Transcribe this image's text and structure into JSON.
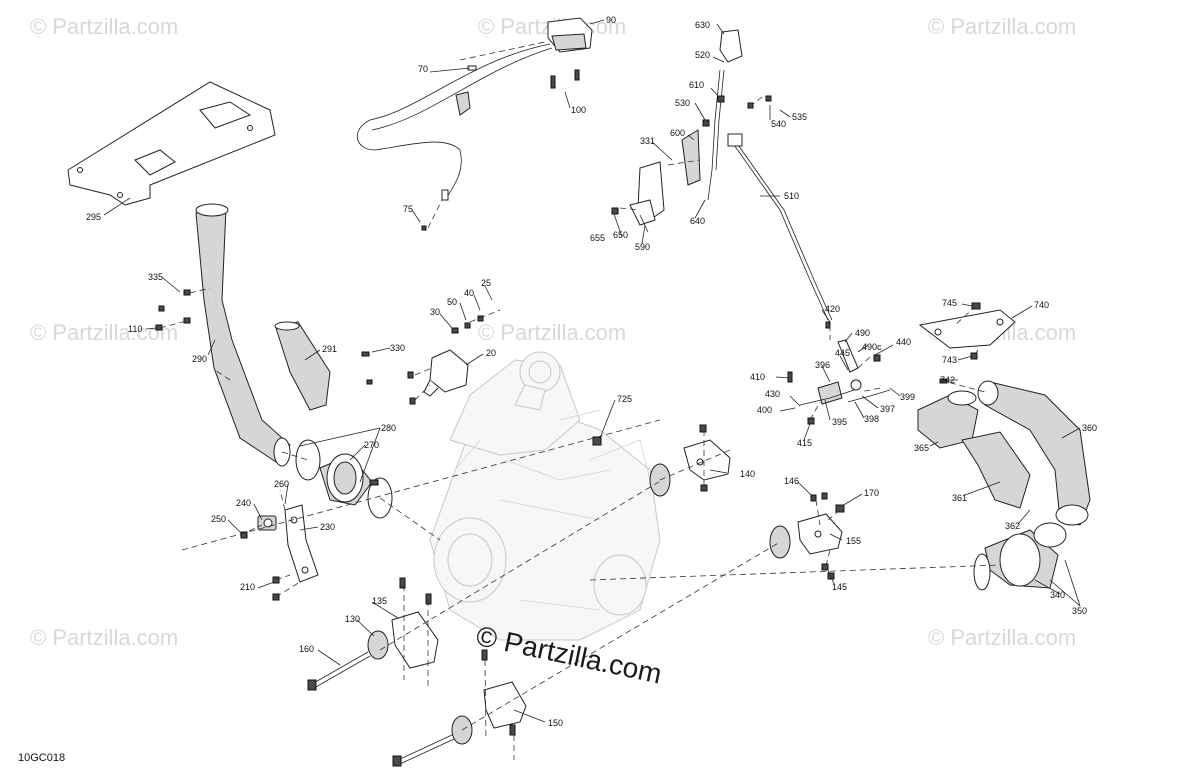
{
  "watermark": "© Partzilla.com",
  "center_watermark": "© Partzilla.com",
  "figure_code": "10GC018",
  "callouts": [
    "90",
    "70",
    "100",
    "630",
    "520",
    "610",
    "530",
    "540",
    "535",
    "600",
    "331",
    "510",
    "655",
    "650",
    "590",
    "640",
    "295",
    "75",
    "335",
    "110",
    "290",
    "291",
    "25",
    "40",
    "50",
    "30",
    "330",
    "20",
    "420",
    "490",
    "490c",
    "440",
    "445",
    "396",
    "410",
    "430",
    "400",
    "395",
    "397",
    "398",
    "399",
    "415",
    "725",
    "745",
    "740",
    "743",
    "742",
    "360",
    "365",
    "361",
    "362",
    "340",
    "350",
    "280",
    "270",
    "260",
    "240",
    "250",
    "230",
    "210",
    "140",
    "146",
    "170",
    "155",
    "145",
    "135",
    "130",
    "160",
    "150"
  ]
}
